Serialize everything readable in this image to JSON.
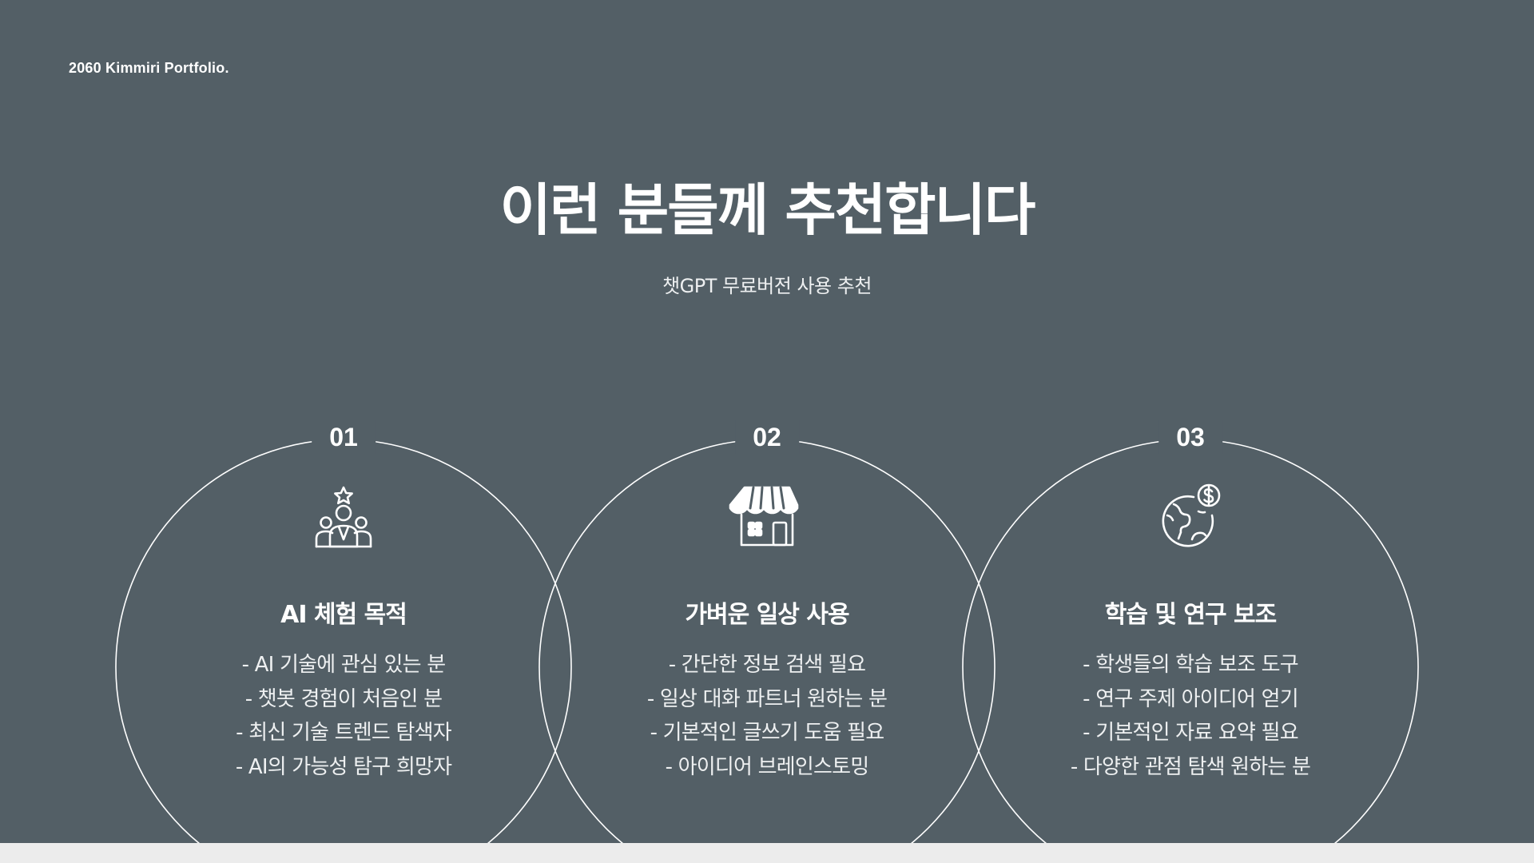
{
  "header": {
    "brand": "2060 Kimmiri Portfolio."
  },
  "hero": {
    "title": "이런 분들께 추천합니다",
    "subtitle": "챗GPT 무료버전 사용 추천"
  },
  "cards": [
    {
      "number": "01",
      "icon": "team-leader-star-icon",
      "title": "AI 체험 목적",
      "items": [
        "- AI 기술에 관심 있는 분",
        "- 챗봇 경험이 처음인 분",
        "- 최신 기술 트렌드 탐색자",
        "- AI의 가능성 탐구 희망자"
      ]
    },
    {
      "number": "02",
      "icon": "storefront-icon",
      "title": "가벼운 일상 사용",
      "items": [
        "- 간단한 정보 검색 필요",
        "- 일상 대화 파트너 원하는 분",
        "- 기본적인 글쓰기 도움 필요",
        "- 아이디어 브레인스토밍"
      ]
    },
    {
      "number": "03",
      "icon": "globe-dollar-icon",
      "title": "학습 및 연구 보조",
      "items": [
        "- 학생들의 학습 보조 도구",
        "- 연구 주제 아이디어 얻기",
        "- 기본적인 자료 요약 필요",
        "- 다양한 관점 탐색 원하는 분"
      ]
    }
  ],
  "colors": {
    "background": "#535f66",
    "text": "#ffffff",
    "ring": "#ffffff",
    "footer_bar": "#ececec"
  }
}
